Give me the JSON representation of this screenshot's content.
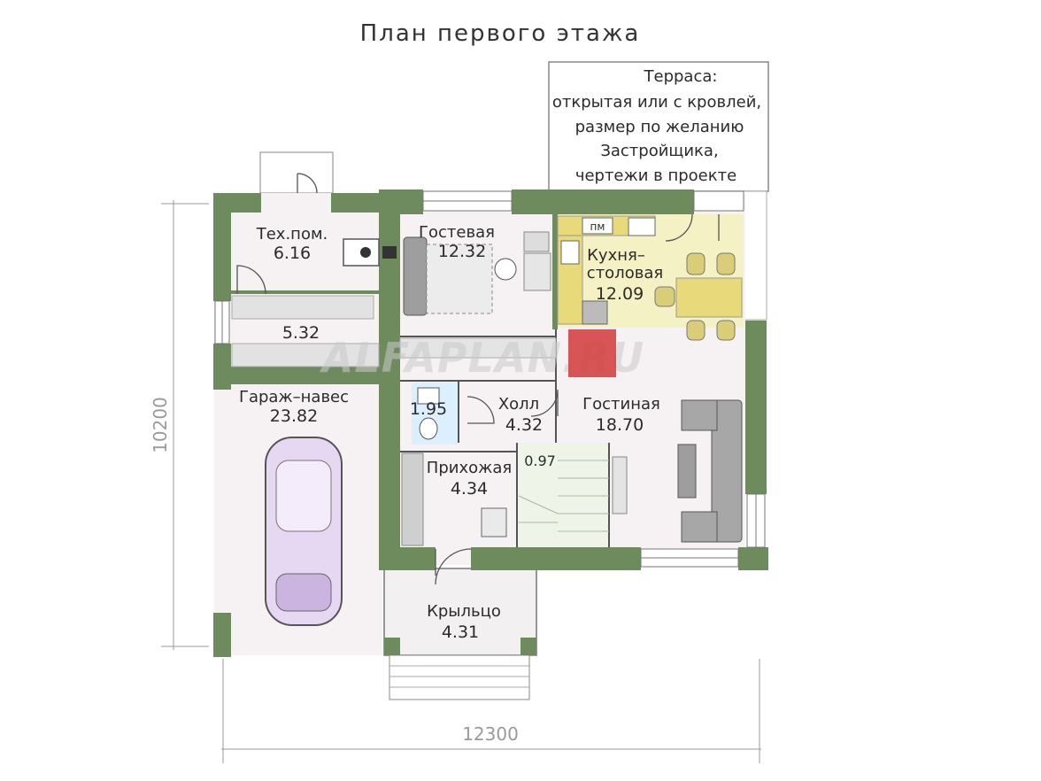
{
  "title": "План первого этажа",
  "terrace": {
    "lines": [
      "Терраса:",
      "открытая или с кровлей,",
      "размер по желанию",
      "Застройщика,",
      "чертежи в проекте"
    ]
  },
  "rooms": {
    "tech": {
      "name": "Тех.пом.",
      "area": "6.16"
    },
    "storage": {
      "area": "5.32"
    },
    "guest": {
      "name": "Гостевая",
      "area": "12.32"
    },
    "kitchen": {
      "name1": "Кухня–",
      "name2": "столовая",
      "area": "12.09"
    },
    "garage": {
      "name": "Гараж–навес",
      "area": "23.82"
    },
    "wc": {
      "area": "1.95"
    },
    "hall": {
      "name": "Холл",
      "area": "4.32"
    },
    "living": {
      "name": "Гостиная",
      "area": "18.70"
    },
    "entry": {
      "name": "Прихожая",
      "area": "4.34"
    },
    "stair": {
      "area": "0.97"
    },
    "porch": {
      "name": "Крыльцо",
      "area": "4.31"
    }
  },
  "fixtures": {
    "dishwasher": "пм"
  },
  "dimensions": {
    "height": "10200",
    "width": "12300"
  },
  "watermark": "ALFAPLAN.RU",
  "colors": {
    "wall": "#6e8b5e",
    "floor": "#f6f2f3",
    "kitchen_floor": "#f4f1c4",
    "furniture": "#b8b8b8",
    "stairs": "#eef5e8"
  }
}
